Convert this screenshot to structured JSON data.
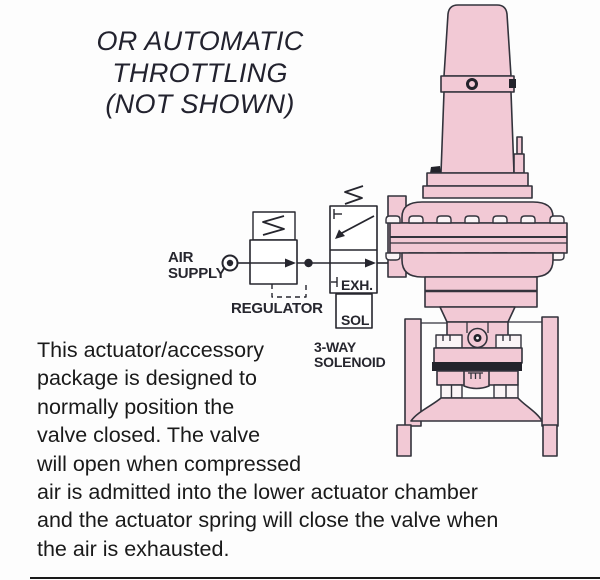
{
  "page": {
    "background": "#fdfdfd",
    "bottom_rule_color": "#1a1a1a"
  },
  "heading": {
    "lines": [
      "OR AUTOMATIC",
      "THROTTLING",
      "(NOT SHOWN)"
    ]
  },
  "schematic": {
    "labels": {
      "air_supply_line1": "AIR",
      "air_supply_line2": "SUPPLY",
      "regulator": "REGULATOR",
      "exhaust": "EXH.",
      "solenoid_abbr": "SOL",
      "three_way_line1": "3-WAY",
      "three_way_line2": "SOLENOID"
    },
    "icons": {
      "air_supply_port": "air-supply-port-icon",
      "regulator_spring": "spring-icon",
      "solenoid_spring": "spring-icon",
      "flow_arrow": "flow-arrow-icon",
      "exhaust_arrow": "exhaust-arrow-icon",
      "junction": "junction-dot"
    },
    "line_color": "#26262e"
  },
  "illustration": {
    "subject": "diaphragm-actuated control valve (normally closed, spring return)",
    "fill_color": "#f2c9d5",
    "shade_color": "#e9b7c6",
    "outline_color": "#33333c",
    "dark_detail_color": "#23232b"
  },
  "body_text": {
    "lines": [
      "This actuator/accessory",
      "package is designed to",
      "normally position the",
      "valve closed. The valve",
      "will open when compressed",
      "air is admitted into the lower actuator chamber",
      "and the actuator spring will close the valve when",
      "the air is exhausted."
    ]
  }
}
